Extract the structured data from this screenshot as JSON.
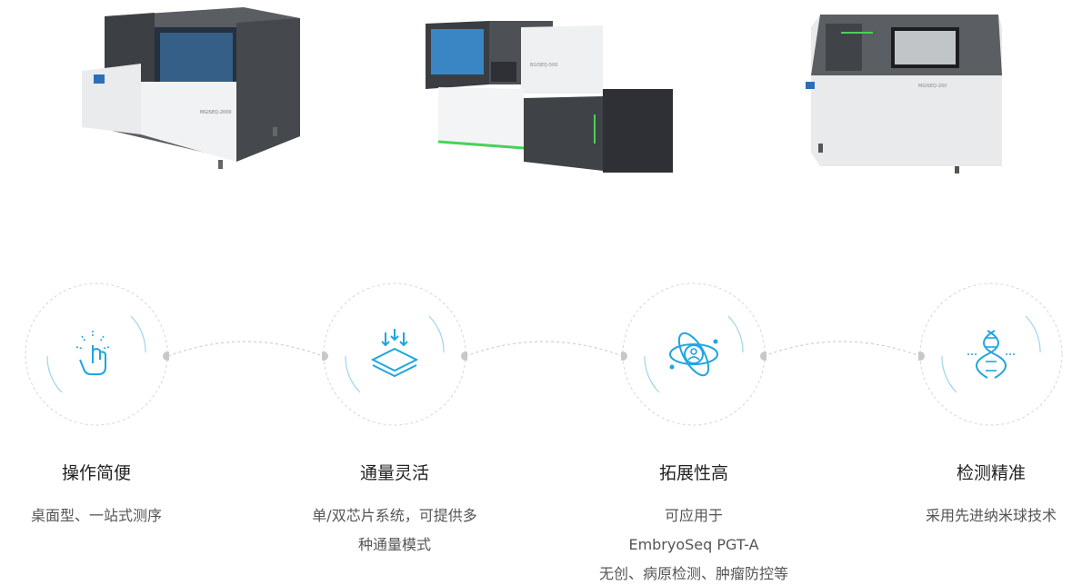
{
  "colors": {
    "accent": "#1fa5e0",
    "ring_dash": "#cfcfcf",
    "dot": "#c8c8c8",
    "machine_dark": "#4a4d52",
    "machine_light": "#eceeef",
    "led_green": "#49d15a"
  },
  "machines": [
    {
      "name": "sequencer-1",
      "label": "MGISEQ-2000"
    },
    {
      "name": "sequencer-2",
      "label": "BGISEQ-500"
    },
    {
      "name": "sequencer-3",
      "label": "MGISEQ-200"
    }
  ],
  "features": [
    {
      "icon": "hand-pointer-icon",
      "title": "操作简便",
      "desc_lines": [
        "桌面型、一站式测序"
      ]
    },
    {
      "icon": "layers-arrows-icon",
      "title": "通量灵活",
      "desc_lines": [
        "单/双芯片系统，可提供多",
        "种通量模式"
      ]
    },
    {
      "icon": "atom-person-icon",
      "title": "拓展性高",
      "desc_lines": [
        "可应用于",
        "EmbryoSeq PGT-A",
        "无创、病原检测、肿瘤防控等"
      ]
    },
    {
      "icon": "dna-icon",
      "title": "检测精准",
      "desc_lines": [
        "采用先进纳米球技术"
      ]
    }
  ]
}
